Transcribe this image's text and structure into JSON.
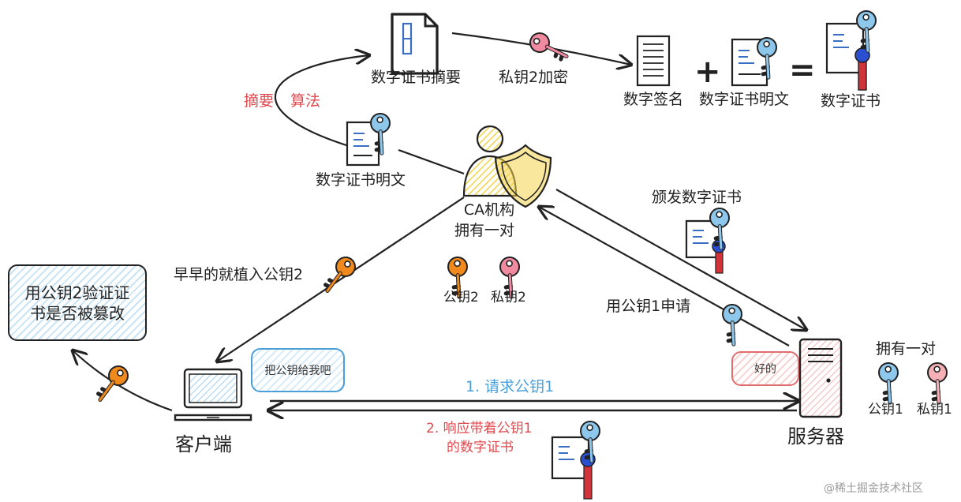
{
  "labels": {
    "digest": "数字证书摘要",
    "private_key2_encrypt": "私钥2加密",
    "digital_signature": "数字签名",
    "cert_plaintext_top": "数字证书明文",
    "digital_cert": "数字证书",
    "digest_algo_part1": "摘要",
    "digest_algo_part2": "算法",
    "cert_plaintext_left": "数字证书明文",
    "ca_name": "CA机构",
    "ca_owns": "拥有一对",
    "ca_public_key": "公钥2",
    "ca_private_key": "私钥2",
    "issue_cert": "颁发数字证书",
    "preinstalled": "早早的就植入公钥2",
    "apply_with_pub1": "用公钥1申请",
    "verify_line1": "用公钥2验证证",
    "verify_line2": "书是否被篡改",
    "server_owns": "拥有一对",
    "server_public_key": "公钥1",
    "server_private_key": "私钥1",
    "client": "客户端",
    "server": "服务器",
    "client_bubble": "把公钥给我吧",
    "server_bubble": "好的",
    "request": "1. 请求公钥1",
    "response_line1": "2. 响应带着公钥1",
    "response_line2": "的数字证书",
    "plus": "+",
    "equals": "=",
    "watermark": "@稀土掘金技术社区"
  },
  "colors": {
    "ink": "#222222",
    "accent_red": "#e04a4f",
    "accent_blue": "#4a9fd8",
    "key_blue": "#8ec7ec",
    "key_orange": "#f08a1e",
    "key_pink": "#f08aa0",
    "shield_yellow": "#f3d34a",
    "ribbon_red": "#d2323a",
    "seal_blue": "#2a4fd0"
  },
  "icons": [
    "document-icon",
    "key-icon",
    "certificate-icon",
    "ca-person-shield-icon",
    "laptop-icon",
    "server-tower-icon"
  ]
}
